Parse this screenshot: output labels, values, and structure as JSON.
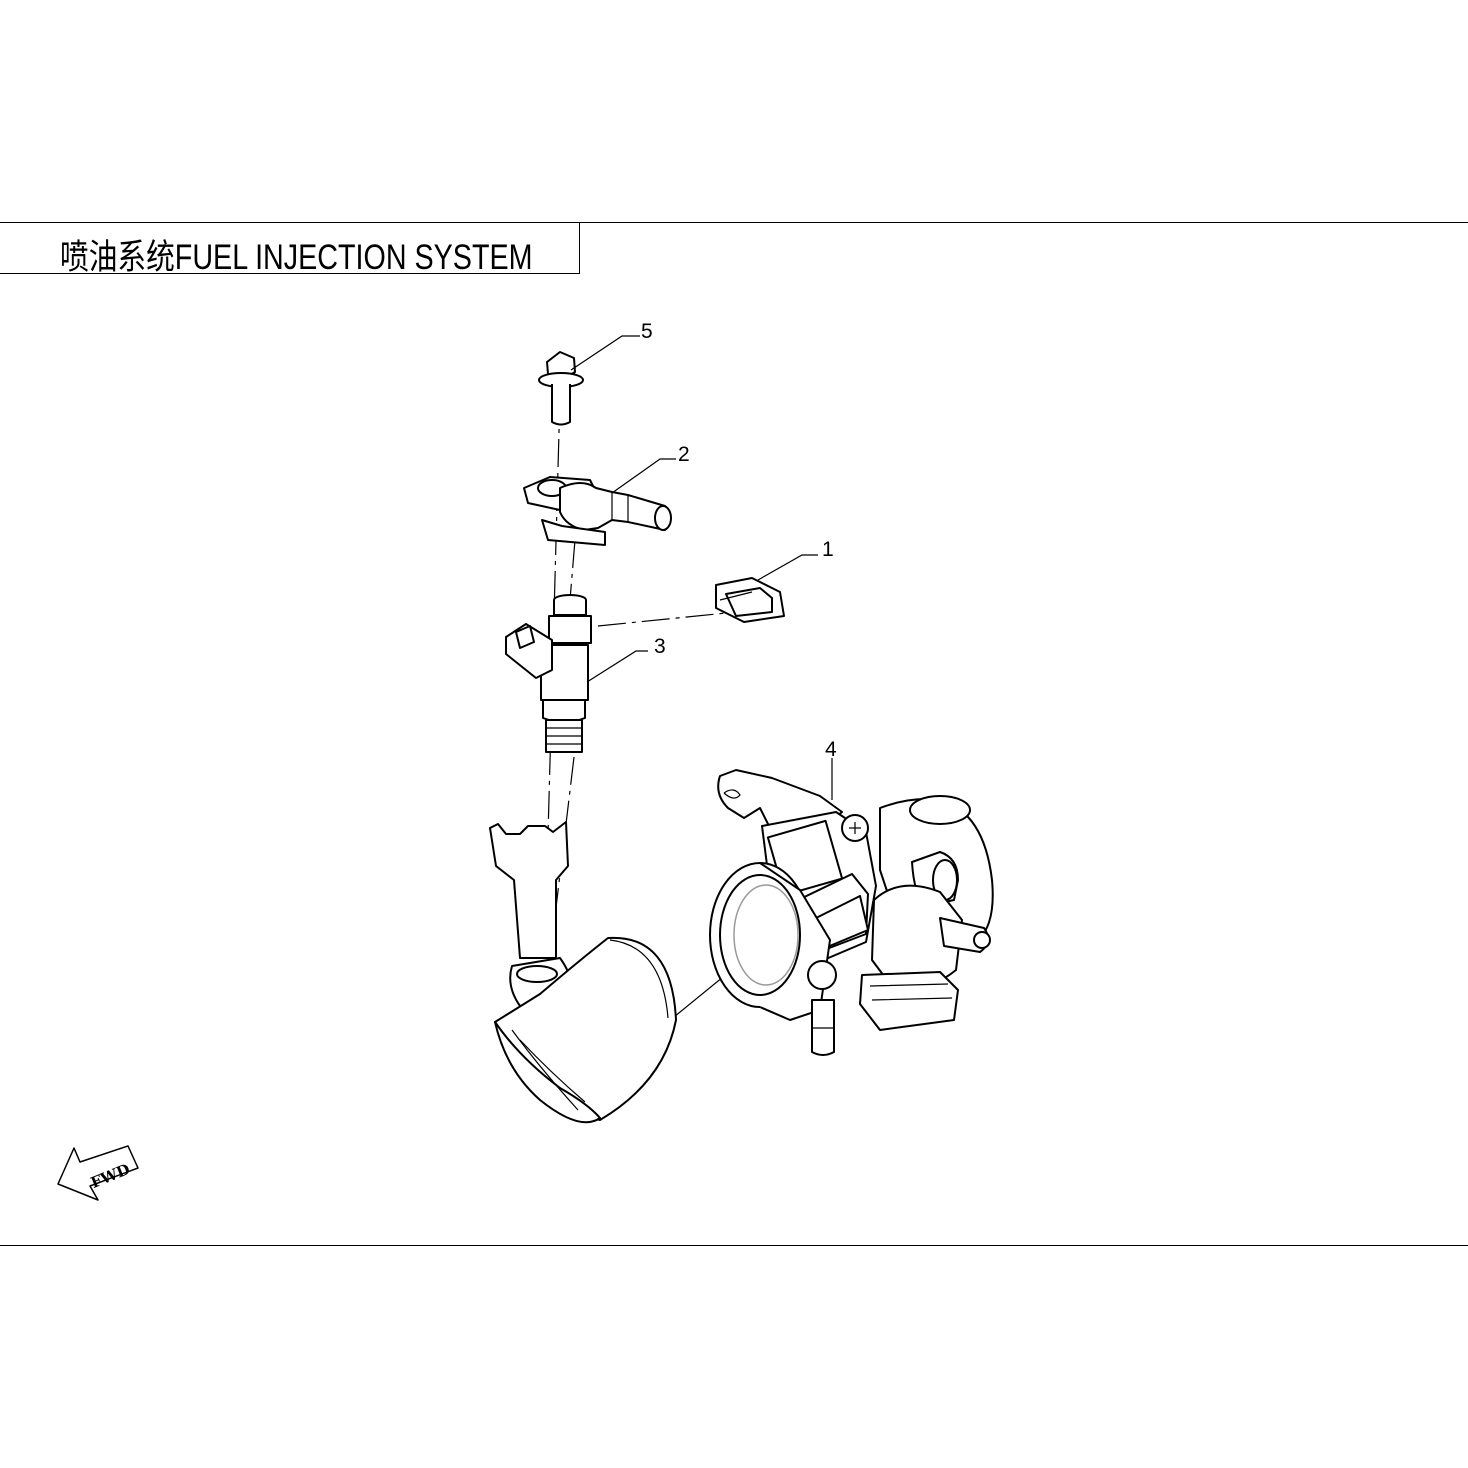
{
  "title": "喷油系统FUEL INJECTION SYSTEM",
  "callouts": [
    {
      "id": "part-1",
      "label": "1"
    },
    {
      "id": "part-2",
      "label": "2"
    },
    {
      "id": "part-3",
      "label": "3"
    },
    {
      "id": "part-4",
      "label": "4"
    },
    {
      "id": "part-5",
      "label": "5"
    }
  ],
  "direction_arrow": {
    "label": "FWD",
    "icon": "forward-direction-arrow-icon"
  }
}
